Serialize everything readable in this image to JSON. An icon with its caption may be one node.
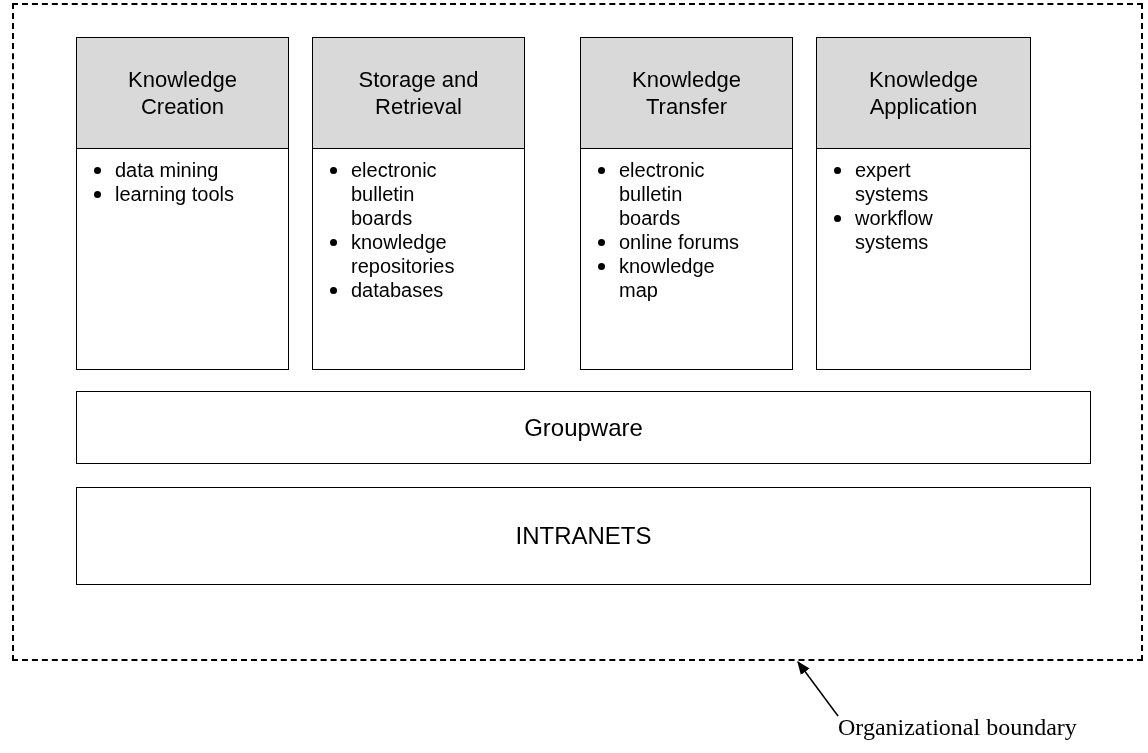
{
  "diagram": {
    "nodes": [
      {
        "text": [],
        "shape": "box"
      },
      {
        "text": [
          "Knowledge Creation",
          "data mining",
          "learning tools"
        ],
        "in": 0
      },
      {
        "text": [
          "Storage and Retrieval",
          "electronic bulletin boards",
          "knowledge repositories",
          "databases"
        ],
        "in": 0
      },
      {
        "text": [
          "Knowledge Transfer",
          "electronic bulletin boards",
          "online forums",
          "knowledge map"
        ],
        "in": 0
      },
      {
        "text": [
          "Knowledge Application",
          "expert systems",
          "workflow systems"
        ],
        "in": 0
      },
      {
        "text": [
          "Groupware"
        ],
        "in": 0
      },
      {
        "text": [
          "INTRANETS"
        ],
        "in": 0
      },
      {
        "text": [
          "Organizational boundary"
        ]
      }
    ],
    "edges": [
      {
        "from": 7,
        "to": 0,
        "arrow": "to"
      }
    ]
  }
}
